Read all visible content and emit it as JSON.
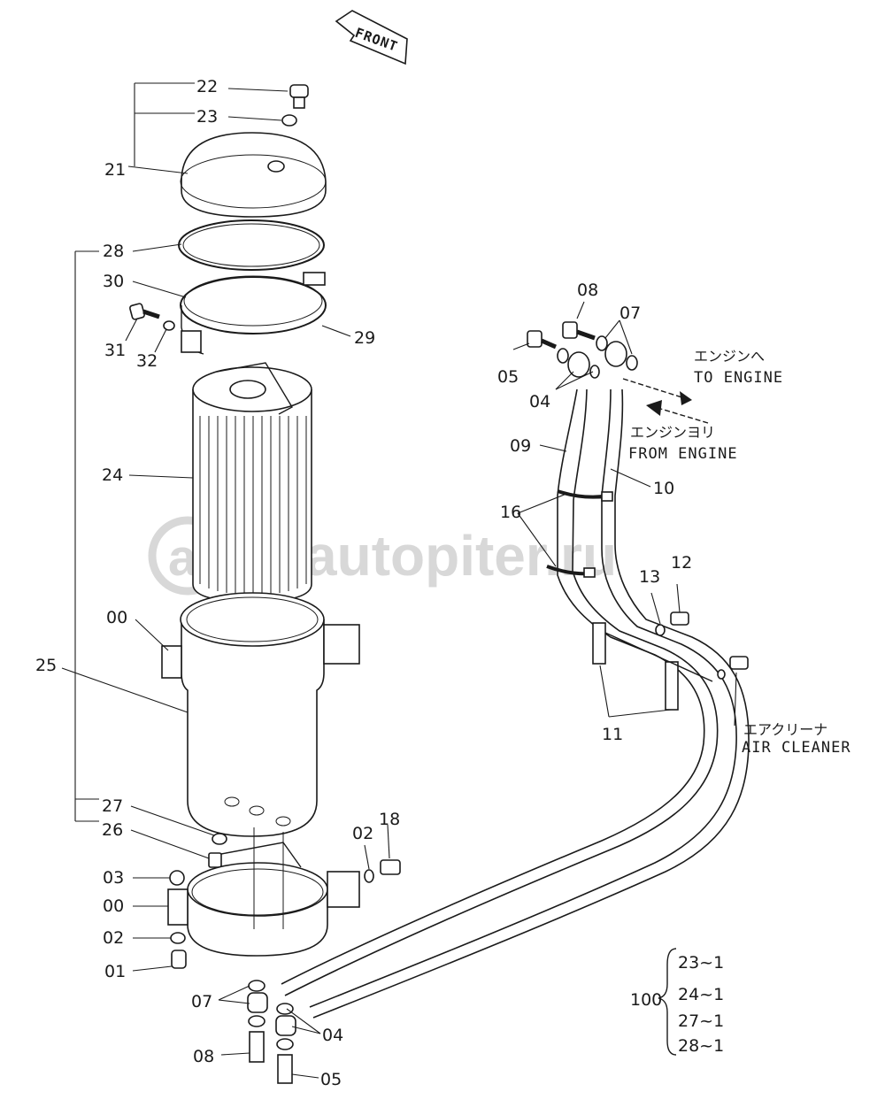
{
  "front_label": "FRONT",
  "watermark": {
    "text": "autopiter.ru",
    "logo": "a"
  },
  "callouts": {
    "c22": "22",
    "c23a": "23",
    "c21": "21",
    "c28": "28",
    "c30": "30",
    "c31": "31",
    "c32": "32",
    "c29": "29",
    "c24": "24",
    "c00a": "00",
    "c25": "25",
    "c27": "27",
    "c26": "26",
    "c03": "03",
    "c00b": "00",
    "c02a": "02",
    "c01": "01",
    "c07a": "07",
    "c08a": "08",
    "c04a": "04",
    "c05a": "05",
    "c02b": "02",
    "c18": "18",
    "c08b": "08",
    "c07b": "07",
    "c05b": "05",
    "c04b": "04",
    "c09": "09",
    "c10": "10",
    "c16": "16",
    "c13": "13",
    "c12": "12",
    "c11": "11"
  },
  "annotations": {
    "to_engine_jp": "エンジンへ",
    "to_engine_en": "TO ENGINE",
    "from_engine_jp": "エンジンヨリ",
    "from_engine_en": "FROM ENGINE",
    "air_cleaner_jp": "エアクリーナ",
    "air_cleaner_en": "AIR CLEANER"
  },
  "kit": {
    "number": "100",
    "items": [
      "23~1",
      "24~1",
      "27~1",
      "28~1"
    ]
  }
}
